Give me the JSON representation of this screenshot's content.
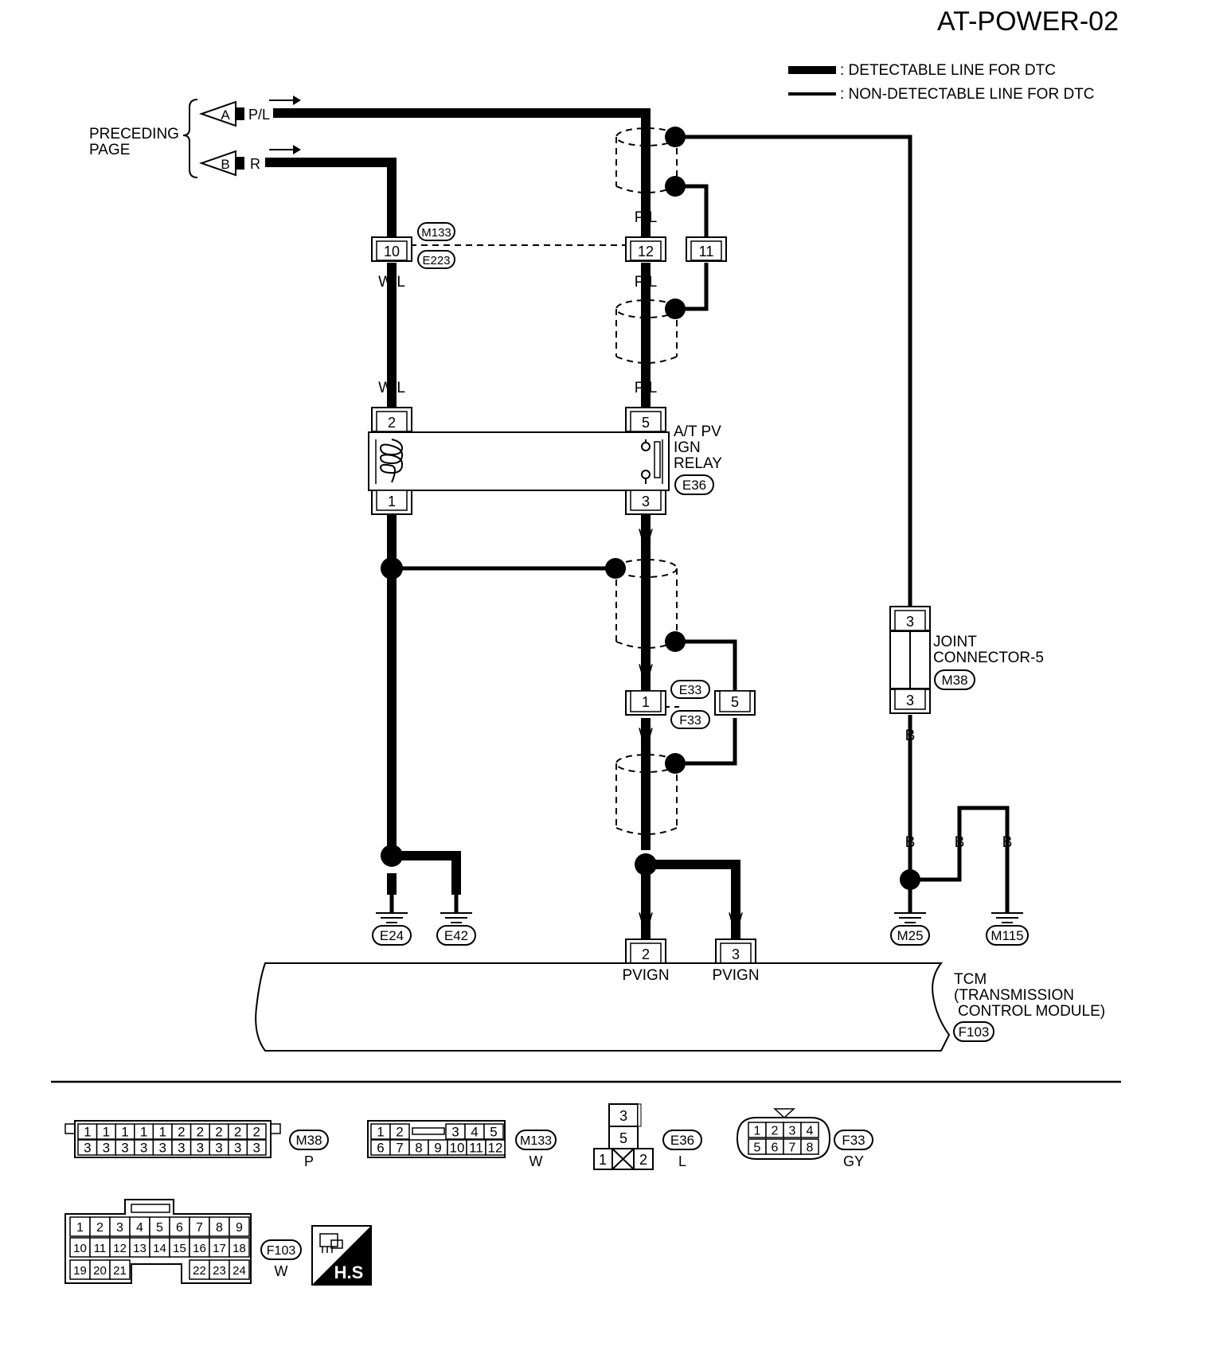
{
  "page_title": "AT-POWER-02",
  "legend": {
    "detectable": ": DETECTABLE LINE FOR DTC",
    "non_detectable": ": NON-DETECTABLE LINE FOR DTC"
  },
  "preceding_page": {
    "line1": "PRECEDING",
    "line2": "PAGE",
    "ref_a": "A",
    "ref_b": "B",
    "wire_a": "P/L",
    "wire_b": "R"
  },
  "wires": {
    "r": "R",
    "wl_1": "W/L",
    "wl_2": "W/L",
    "pl_1": "P/L",
    "pl_2": "P/L",
    "pl_3": "P/L",
    "b_1": "B",
    "b_2": "B",
    "b_3": "B",
    "b_4": "B",
    "w_1": "W",
    "w_2": "W",
    "w_3": "W",
    "w_4": "W",
    "w_5": "W",
    "b_jc": "B",
    "b_m25": "B",
    "b_mid": "B",
    "b_m115": "B"
  },
  "connector_m133_e223": {
    "label_top": "M133",
    "label_bottom": "E223",
    "pin_a": "10",
    "pin_b": "12",
    "pin_c": "11"
  },
  "relay": {
    "pin_2": "2",
    "pin_1": "1",
    "pin_5": "5",
    "pin_3": "3",
    "name_1": "A/T PV",
    "name_2": "IGN",
    "name_3": "RELAY",
    "connector": "E36"
  },
  "connector_e33_f33": {
    "label_top": "E33",
    "label_bottom": "F33",
    "pin_a": "1",
    "pin_b": "5"
  },
  "joint_connector": {
    "pin_top": "3",
    "pin_bottom": "3",
    "name_1": "JOINT",
    "name_2": "CONNECTOR-5",
    "connector": "M38"
  },
  "grounds": {
    "e24": "E24",
    "e42": "E42",
    "m25": "M25",
    "m115": "M115"
  },
  "tcm": {
    "pin_2": "2",
    "pin_3": "3",
    "term_2": "PVIGN",
    "term_3": "PVIGN",
    "name_1": "TCM",
    "name_2": "(TRANSMISSION",
    "name_3": "CONTROL MODULE)",
    "connector": "F103"
  },
  "connector_views": {
    "m38": {
      "id": "M38",
      "color": "P",
      "top_row": [
        "1",
        "1",
        "1",
        "1",
        "1",
        "2",
        "2",
        "2",
        "2",
        "2"
      ],
      "bottom_row": [
        "3",
        "3",
        "3",
        "3",
        "3",
        "3",
        "3",
        "3",
        "3",
        "3"
      ]
    },
    "m133": {
      "id": "M133",
      "color": "W",
      "top_row": [
        "1",
        "2",
        "3",
        "4",
        "5"
      ],
      "bottom_row": [
        "6",
        "7",
        "8",
        "9",
        "10",
        "11",
        "12"
      ]
    },
    "e36": {
      "id": "E36",
      "color": "L",
      "pins": [
        "3",
        "5",
        "1",
        "2"
      ]
    },
    "f33": {
      "id": "F33",
      "color": "GY",
      "top_row": [
        "1",
        "2",
        "3",
        "4"
      ],
      "bottom_row": [
        "5",
        "6",
        "7",
        "8"
      ]
    },
    "f103": {
      "id": "F103",
      "color": "W",
      "row1": [
        "1",
        "2",
        "3",
        "4",
        "5",
        "6",
        "7",
        "8",
        "9"
      ],
      "row2": [
        "10",
        "11",
        "12",
        "13",
        "14",
        "15",
        "16",
        "17",
        "18"
      ],
      "row3_left": [
        "19",
        "20",
        "21"
      ],
      "row3_right": [
        "22",
        "23",
        "24"
      ]
    },
    "hs_badge": "H.S"
  }
}
